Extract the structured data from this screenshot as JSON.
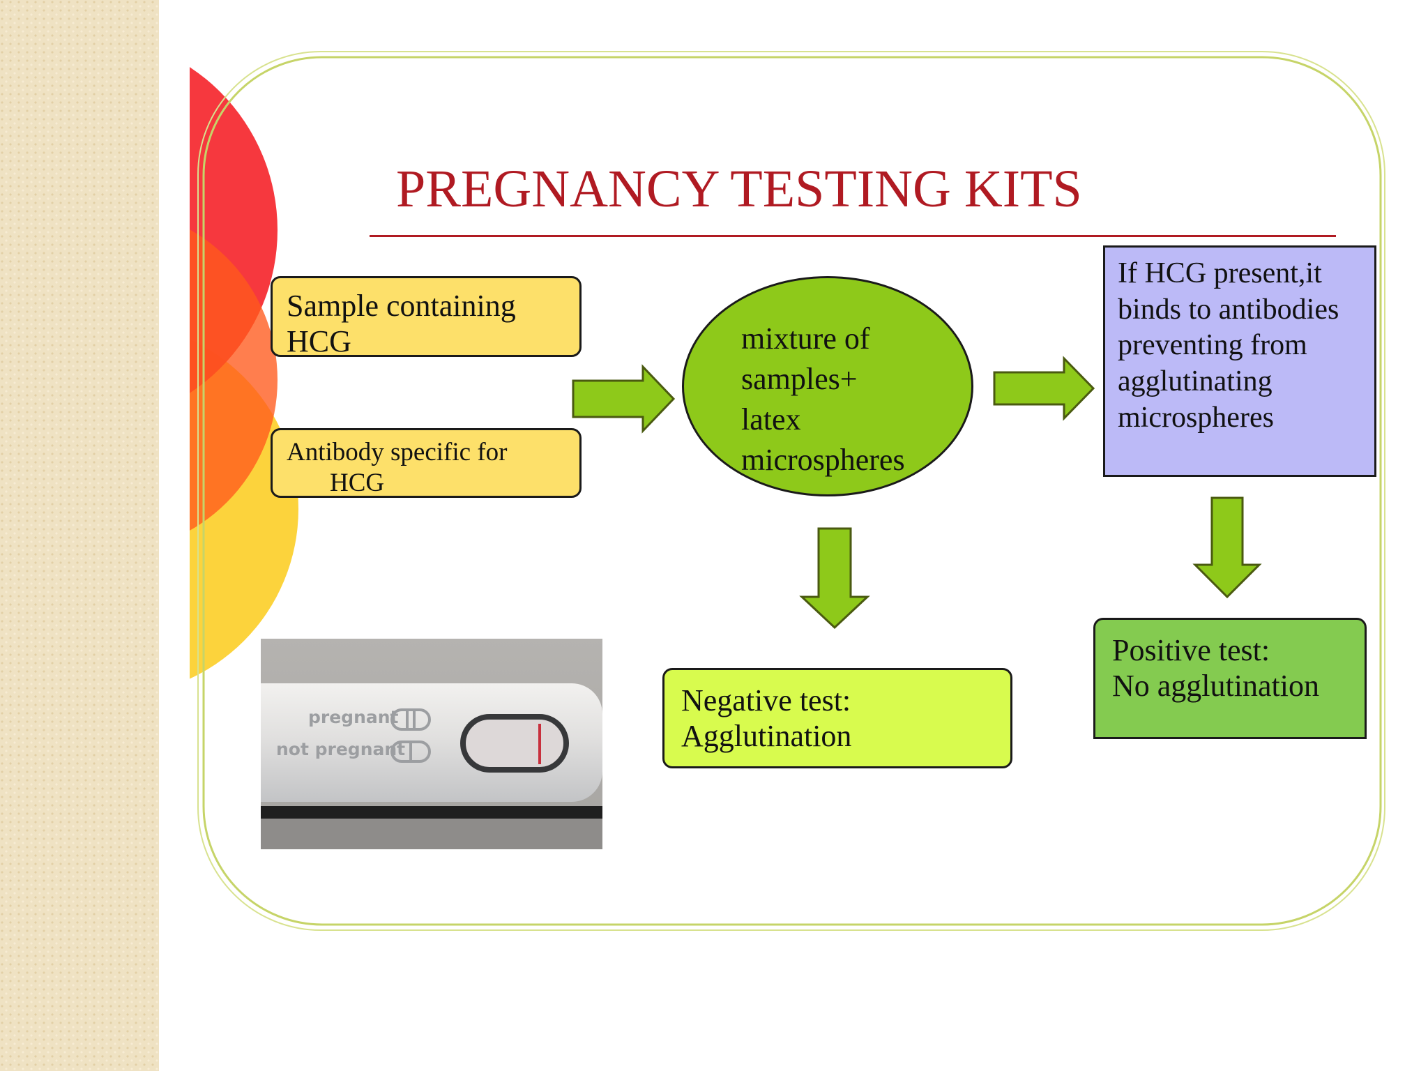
{
  "title": "PREGNANCY TESTING KITS",
  "colors": {
    "title": "#b01a22",
    "input_boxes": "#fde06a",
    "mixture": "#8ec91a",
    "result_box": "#bcbaf7",
    "negative_box": "#d8fb4e",
    "positive_box": "#84cb50",
    "arrows": "#8ec91a"
  },
  "nodes": {
    "sample": {
      "line1": "Sample containing",
      "line2": "HCG"
    },
    "antibody": {
      "line1": "Antibody specific for",
      "line2": "HCG"
    },
    "mixture": {
      "line1": "mixture of",
      "line2": "samples+",
      "line3": "latex",
      "line4": "microspheres"
    },
    "binding": {
      "line1": "If HCG present,it",
      "line2": "binds to antibodies",
      "line3": "preventing from",
      "line4": "agglutinating",
      "line5": "microspheres"
    },
    "negative": {
      "line1": "Negative test:",
      "line2": "Agglutination"
    },
    "positive": {
      "line1": "Positive test:",
      "line2": "No agglutination"
    }
  },
  "photo": {
    "label_pregnant": "pregnant",
    "label_not_pregnant": "not pregnant"
  },
  "edges": [
    {
      "from": "sample+antibody",
      "to": "mixture"
    },
    {
      "from": "mixture",
      "to": "binding"
    },
    {
      "from": "mixture",
      "to": "negative"
    },
    {
      "from": "binding",
      "to": "positive"
    }
  ]
}
